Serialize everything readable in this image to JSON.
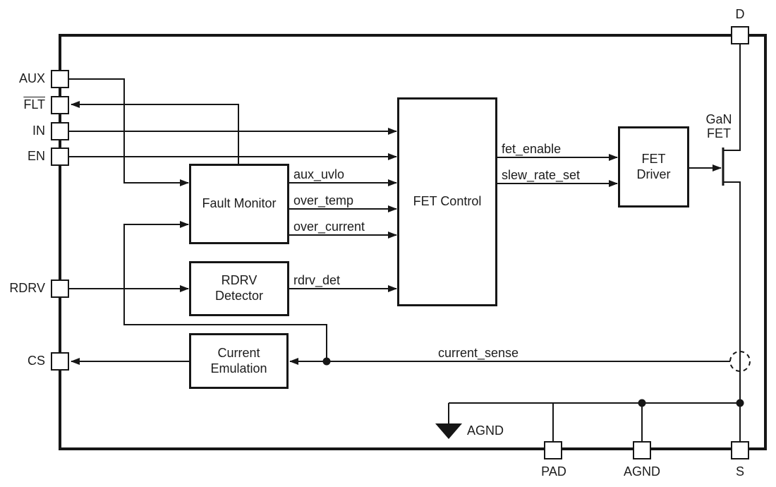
{
  "pins": {
    "aux": "AUX",
    "flt": "FLT",
    "in": "IN",
    "en": "EN",
    "rdrv": "RDRV",
    "cs": "CS",
    "d": "D",
    "pad": "PAD",
    "agnd": "AGND",
    "s": "S"
  },
  "blocks": {
    "fault_monitor": {
      "lines": [
        "Fault Monitor"
      ]
    },
    "rdrv_detector": {
      "lines": [
        "RDRV",
        "Detector"
      ]
    },
    "current_emulation": {
      "lines": [
        "Current",
        "Emulation"
      ]
    },
    "fet_control": {
      "lines": [
        "FET Control"
      ]
    },
    "fet_driver": {
      "lines": [
        "FET",
        "Driver"
      ]
    }
  },
  "signals": {
    "aux_uvlo": "aux_uvlo",
    "over_temp": "over_temp",
    "over_current": "over_current",
    "rdrv_det": "rdrv_det",
    "fet_enable": "fet_enable",
    "slew_rate_set": "slew_rate_set",
    "current_sense": "current_sense"
  },
  "fet": {
    "label_lines": [
      "GaN",
      "FET"
    ]
  },
  "ground": {
    "label": "AGND"
  },
  "colors": {
    "line": "#161616",
    "text": "#1c1c1c",
    "background": "#ffffff"
  }
}
